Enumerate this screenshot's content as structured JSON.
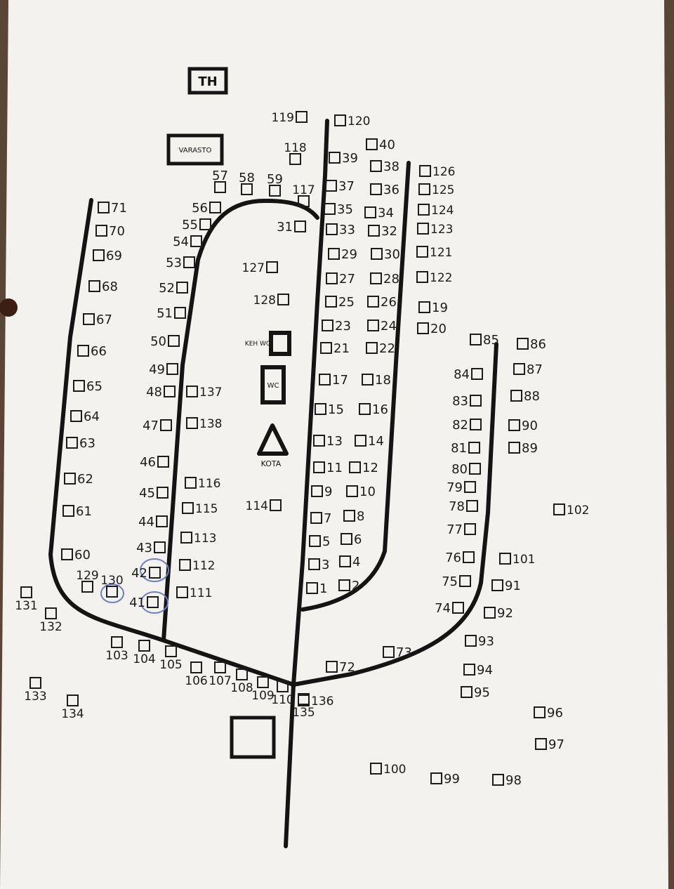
{
  "map": {
    "buildings": {
      "th": "TH",
      "varasto": "VARASTO",
      "keh_wc": "KEH WC",
      "wc": "WC",
      "kota": "KOTA"
    },
    "plots": [
      "1",
      "2",
      "3",
      "4",
      "5",
      "6",
      "7",
      "8",
      "9",
      "10",
      "11",
      "12",
      "13",
      "14",
      "15",
      "16",
      "17",
      "18",
      "19",
      "20",
      "21",
      "22",
      "23",
      "24",
      "25",
      "26",
      "27",
      "28",
      "29",
      "30",
      "31",
      "32",
      "33",
      "34",
      "35",
      "36",
      "37",
      "38",
      "39",
      "40",
      "41",
      "42",
      "43",
      "44",
      "45",
      "46",
      "47",
      "48",
      "49",
      "50",
      "51",
      "52",
      "53",
      "54",
      "55",
      "56",
      "57",
      "58",
      "59",
      "60",
      "61",
      "62",
      "63",
      "64",
      "65",
      "66",
      "67",
      "68",
      "69",
      "70",
      "71",
      "72",
      "73",
      "74",
      "75",
      "76",
      "77",
      "78",
      "79",
      "80",
      "81",
      "82",
      "83",
      "84",
      "85",
      "86",
      "87",
      "88",
      "89",
      "90",
      "91",
      "92",
      "93",
      "94",
      "95",
      "96",
      "97",
      "98",
      "99",
      "100",
      "101",
      "102",
      "103",
      "104",
      "105",
      "106",
      "107",
      "108",
      "109",
      "110",
      "111",
      "112",
      "113",
      "114",
      "115",
      "116",
      "117",
      "118",
      "119",
      "120",
      "121",
      "122",
      "123",
      "124",
      "125",
      "126",
      "127",
      "128",
      "129",
      "130",
      "131",
      "132",
      "133",
      "134",
      "135",
      "136",
      "137",
      "138"
    ]
  }
}
